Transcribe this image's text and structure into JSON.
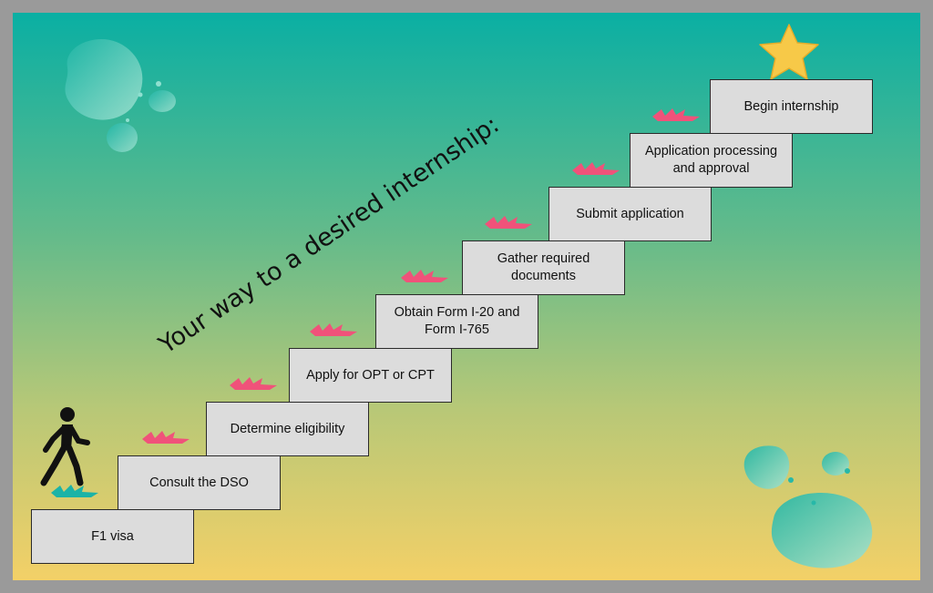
{
  "title": "Your way to a desired internship:",
  "steps": [
    {
      "label": "F1 visa"
    },
    {
      "label": "Consult the DSO"
    },
    {
      "label": "Determine eligibility"
    },
    {
      "label": "Apply for OPT or CPT"
    },
    {
      "label": "Obtain Form I-20 and\nForm I-765"
    },
    {
      "label": "Gather required\ndocuments"
    },
    {
      "label": "Submit application"
    },
    {
      "label": "Application processing\nand approval"
    },
    {
      "label": "Begin internship"
    }
  ],
  "icons": [
    "walking-person-icon",
    "star-icon",
    "footprint-mark-icon",
    "bubble-icon"
  ],
  "colors": {
    "gradient_top": "#0aafa3",
    "gradient_bottom": "#f3d067",
    "step_fill": "#dcdcdc",
    "footprint_pink": "#f0527a",
    "footprint_teal": "#1bb3a7",
    "star": "#f7c948",
    "frame": "#9a9a9a"
  }
}
